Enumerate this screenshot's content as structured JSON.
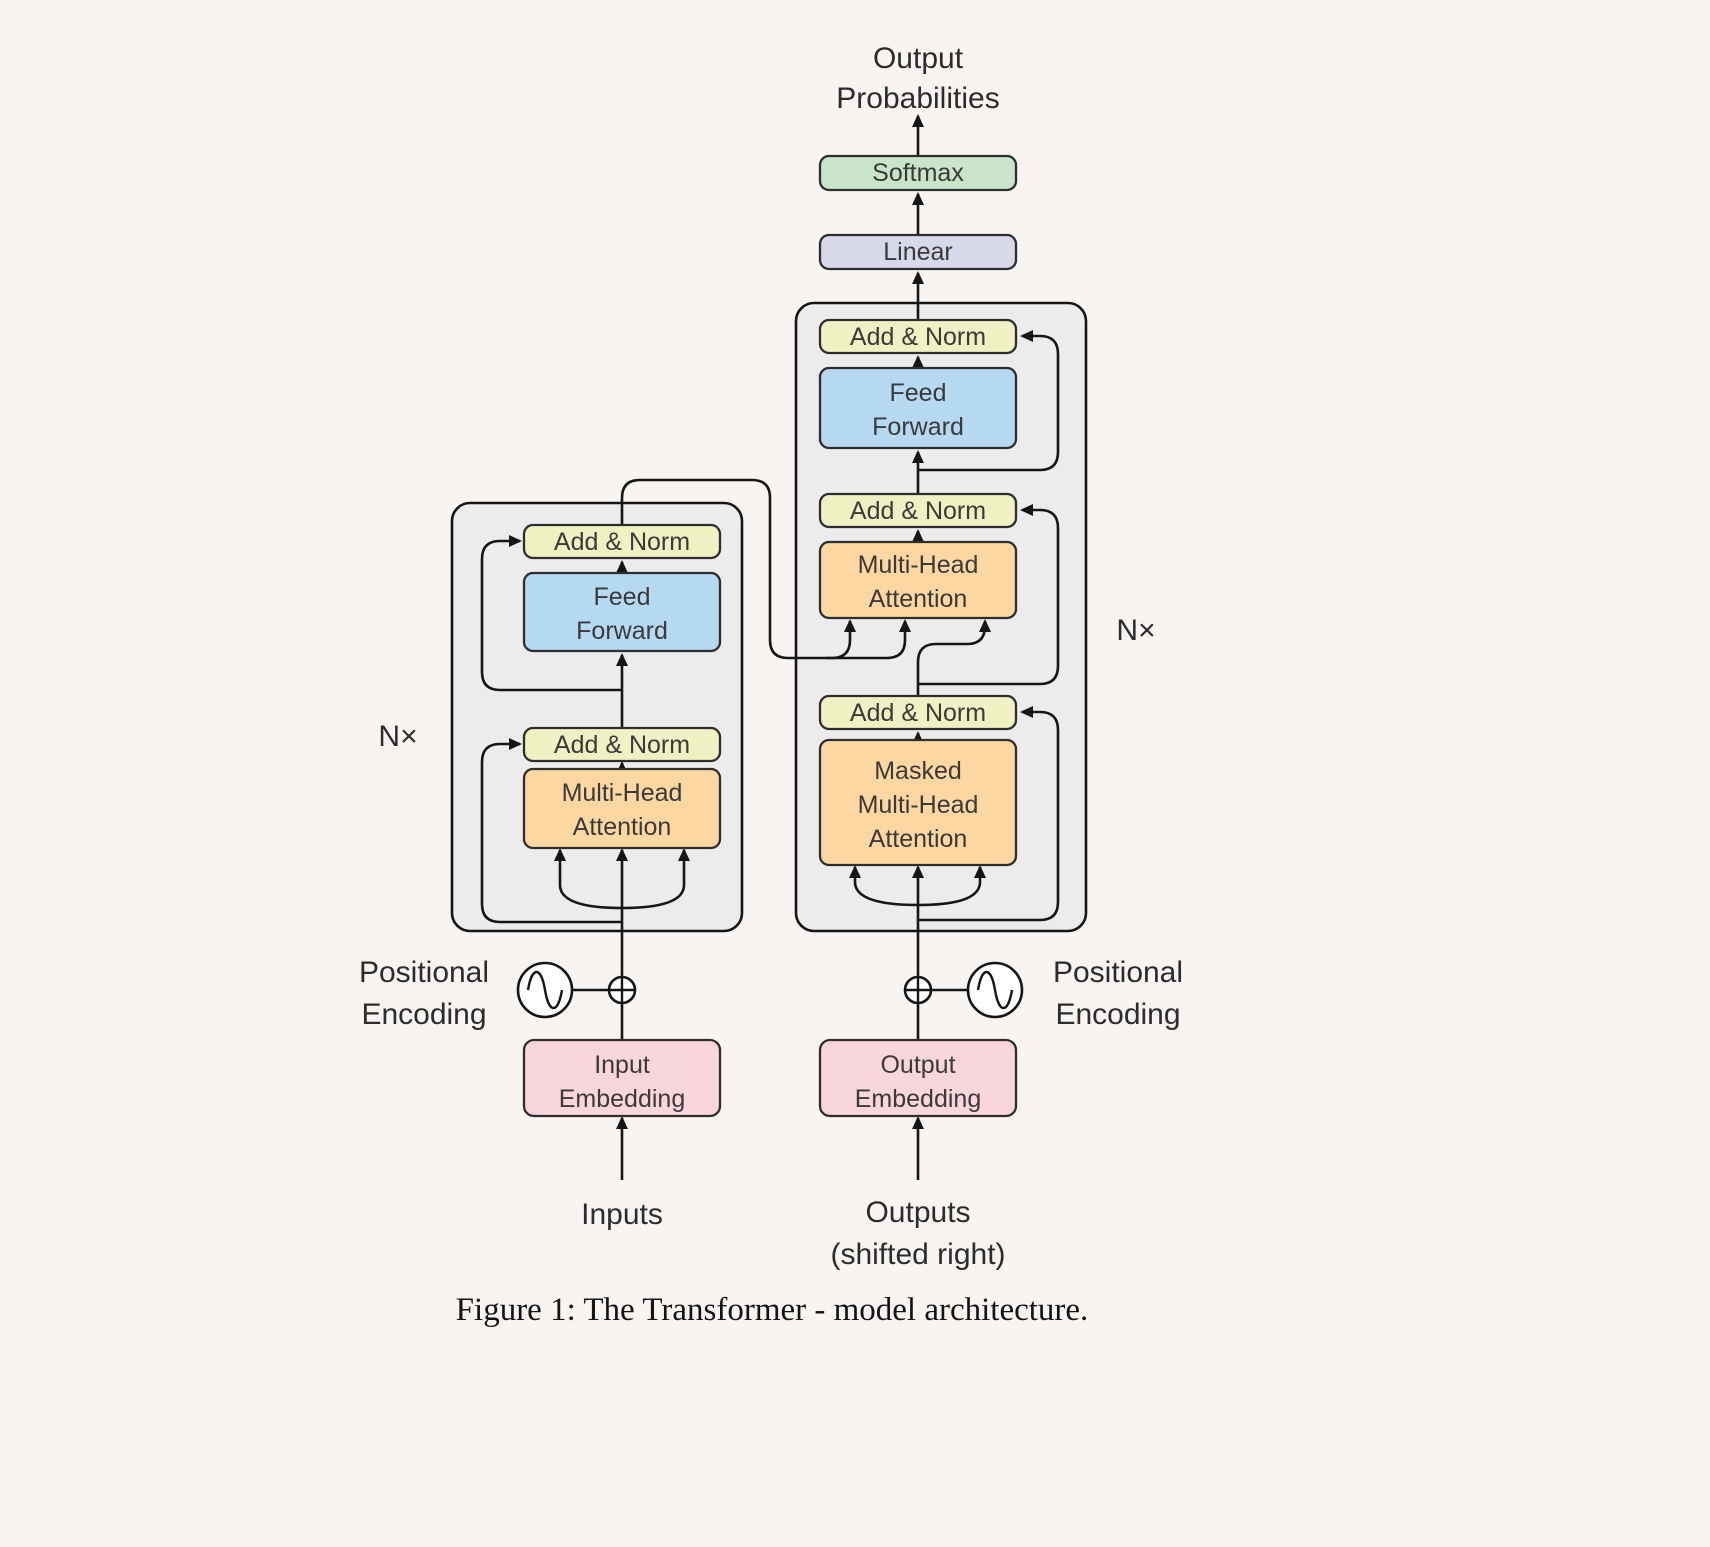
{
  "colors": {
    "softmax": "#c9e4c8",
    "linear": "#d7d8e9",
    "add_norm": "#f0f1c3",
    "feed_forward": "#b5d9f0",
    "attention": "#fcd7a2",
    "embedding": "#f9d5dc",
    "container_fill": "#ececec"
  },
  "top": {
    "output_probabilities": [
      "Output",
      "Probabilities"
    ],
    "softmax_label": "Softmax",
    "linear_label": "Linear"
  },
  "decoder": {
    "n_label": "N×",
    "add_norm_label": "Add & Norm",
    "feed_forward": [
      "Feed",
      "Forward"
    ],
    "multi_head_attention": [
      "Multi-Head",
      "Attention"
    ],
    "masked_multi_head_attention": [
      "Masked",
      "Multi-Head",
      "Attention"
    ]
  },
  "encoder": {
    "n_label": "N×",
    "add_norm_label": "Add & Norm",
    "feed_forward": [
      "Feed",
      "Forward"
    ],
    "multi_head_attention": [
      "Multi-Head",
      "Attention"
    ]
  },
  "inputs_branch": {
    "positional_encoding": [
      "Positional",
      "Encoding"
    ],
    "embedding": [
      "Input",
      "Embedding"
    ],
    "source_label": "Inputs"
  },
  "outputs_branch": {
    "positional_encoding": [
      "Positional",
      "Encoding"
    ],
    "embedding": [
      "Output",
      "Embedding"
    ],
    "source_label": [
      "Outputs",
      "(shifted right)"
    ]
  },
  "caption": "Figure 1: The Transformer - model architecture."
}
